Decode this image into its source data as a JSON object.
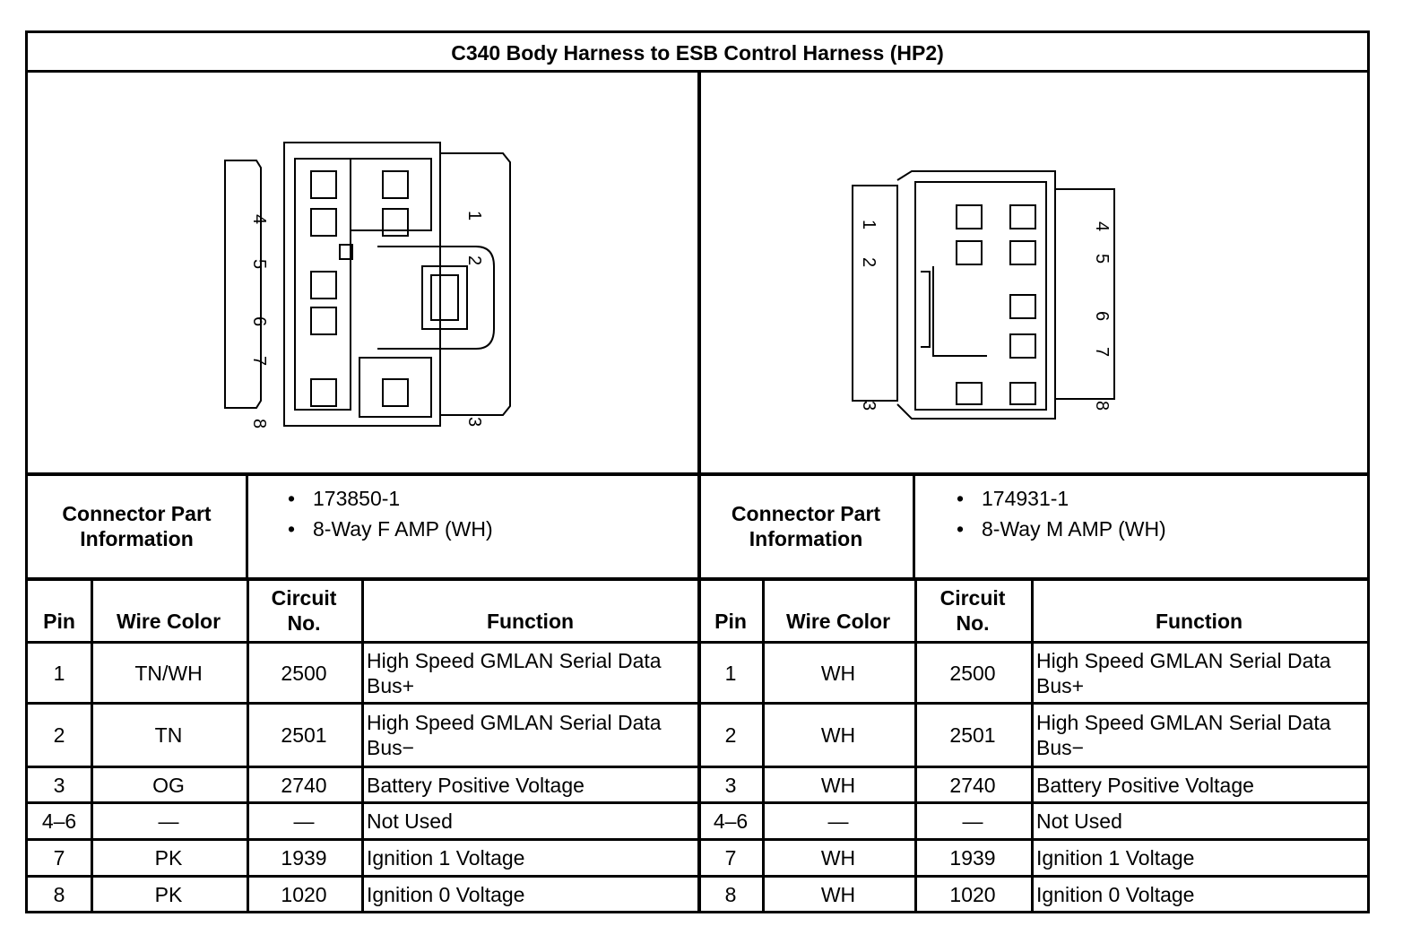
{
  "title": "C340 Body Harness to ESB Control Harness (HP2)",
  "connectors": [
    {
      "info_label": "Connector Part Information",
      "part_info": [
        "173850-1",
        "8-Way F AMP (WH)"
      ],
      "pin_numbers": [
        "4",
        "5",
        "6",
        "7",
        "8",
        "1",
        "2",
        "3"
      ]
    },
    {
      "info_label": "Connector Part Information",
      "part_info": [
        "174931-1",
        "8-Way M AMP (WH)"
      ],
      "pin_numbers": [
        "1",
        "2",
        "3",
        "4",
        "5",
        "6",
        "7",
        "8"
      ]
    }
  ],
  "table": {
    "headers": [
      "Pin",
      "Wire Color",
      "Circuit No.",
      "Function"
    ],
    "left_rows": [
      [
        "1",
        "TN/WH",
        "2500",
        "High Speed GMLAN Serial Data Bus+"
      ],
      [
        "2",
        "TN",
        "2501",
        "High Speed GMLAN Serial Data Bus−"
      ],
      [
        "3",
        "OG",
        "2740",
        "Battery Positive Voltage"
      ],
      [
        "4–6",
        "—",
        "—",
        "Not Used"
      ],
      [
        "7",
        "PK",
        "1939",
        "Ignition 1 Voltage"
      ],
      [
        "8",
        "PK",
        "1020",
        "Ignition 0 Voltage"
      ]
    ],
    "right_rows": [
      [
        "1",
        "WH",
        "2500",
        "High Speed GMLAN Serial Data Bus+"
      ],
      [
        "2",
        "WH",
        "2501",
        "High Speed GMLAN Serial Data Bus−"
      ],
      [
        "3",
        "WH",
        "2740",
        "Battery Positive Voltage"
      ],
      [
        "4–6",
        "—",
        "—",
        "Not Used"
      ],
      [
        "7",
        "WH",
        "1939",
        "Ignition 1 Voltage"
      ],
      [
        "8",
        "WH",
        "1020",
        "Ignition 0 Voltage"
      ]
    ]
  }
}
